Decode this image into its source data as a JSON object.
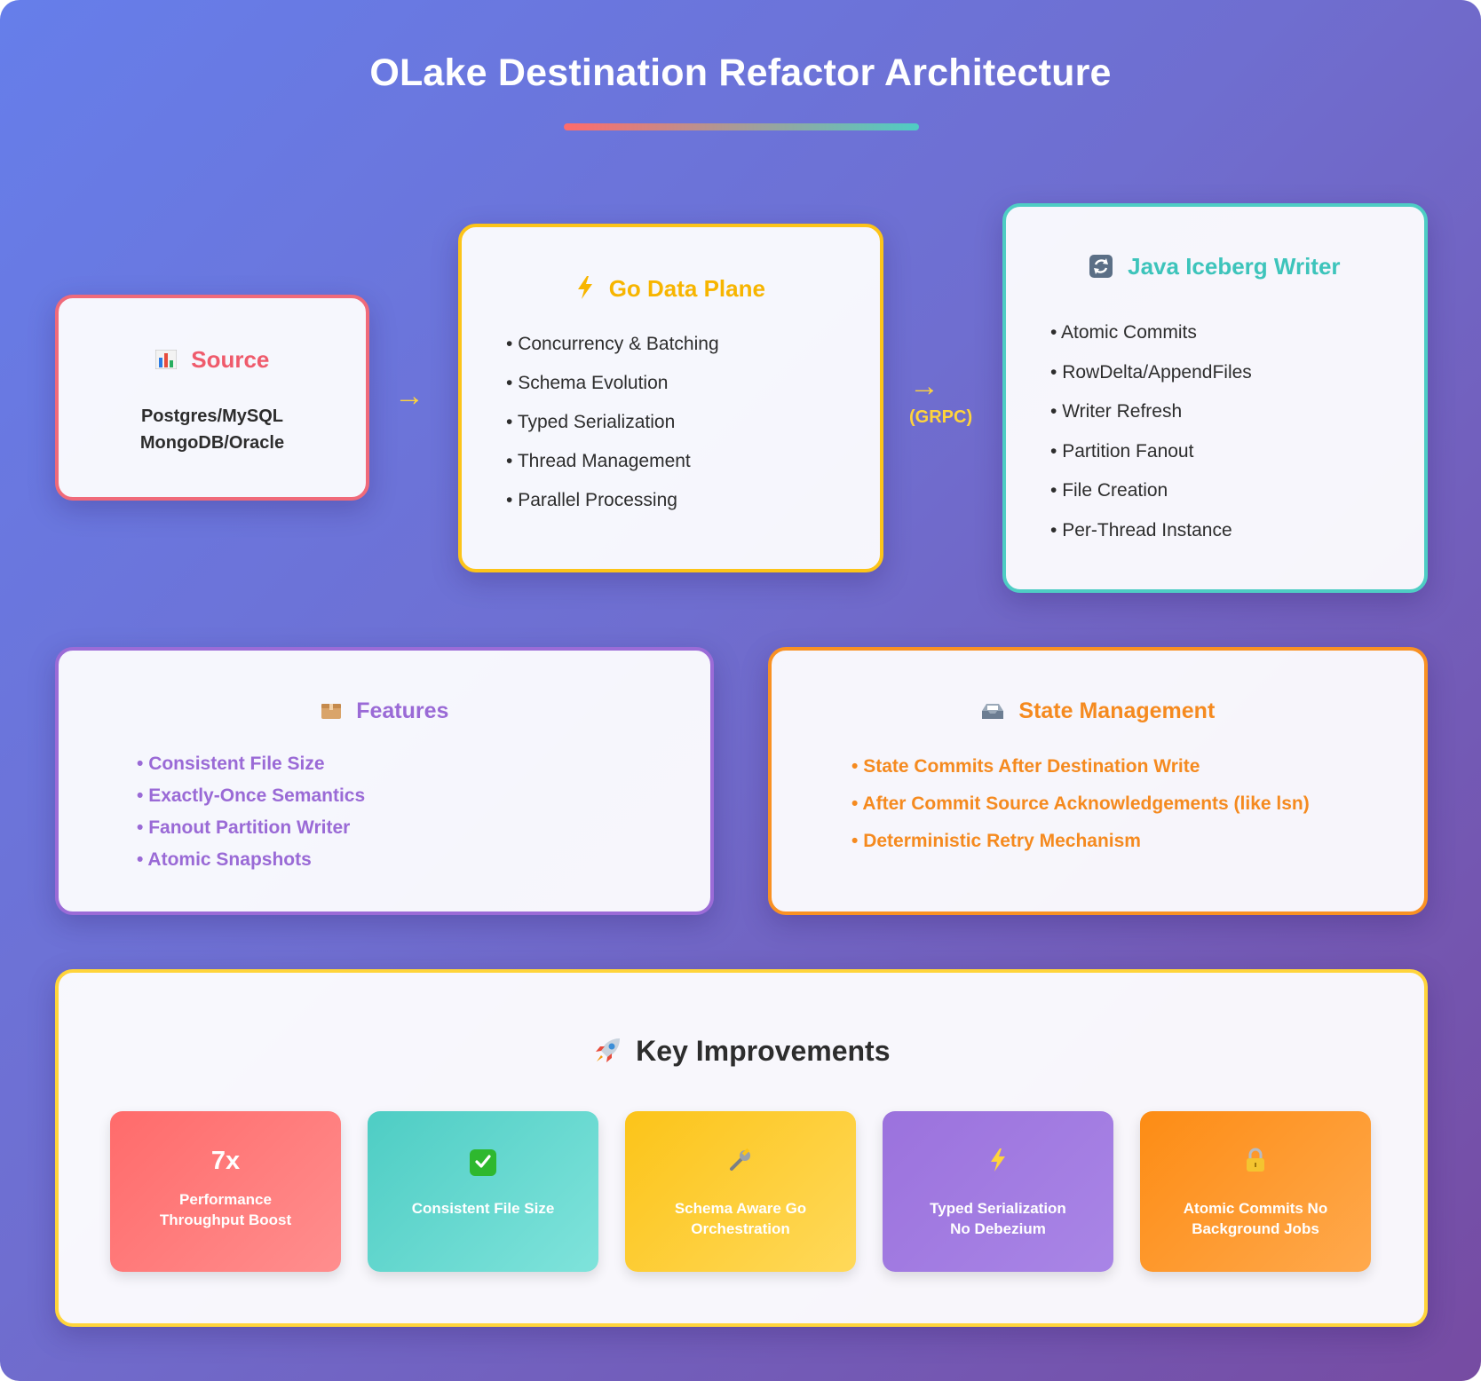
{
  "title": "OLake Destination Refactor Architecture",
  "source": {
    "icon": "bar-chart-icon",
    "title": "Source",
    "line1": "Postgres/MySQL",
    "line2": "MongoDB/Oracle"
  },
  "arrow1": "→",
  "arrow2": "→",
  "arrow2_label": "(GRPC)",
  "go": {
    "icon": "lightning-icon",
    "title": "Go Data Plane",
    "items": [
      "Concurrency & Batching",
      "Schema Evolution",
      "Typed Serialization",
      "Thread Management",
      "Parallel Processing"
    ]
  },
  "java": {
    "icon": "refresh-icon",
    "title": "Java Iceberg Writer",
    "items": [
      "Atomic Commits",
      "RowDelta/AppendFiles",
      "Writer Refresh",
      "Partition Fanout",
      "File Creation",
      "Per-Thread Instance"
    ]
  },
  "features": {
    "icon": "package-icon",
    "title": "Features",
    "items": [
      "Consistent File Size",
      "Exactly-Once Semantics",
      "Fanout Partition Writer",
      "Atomic Snapshots"
    ]
  },
  "state": {
    "icon": "inbox-icon",
    "title": "State Management",
    "items": [
      "State Commits After Destination Write",
      "After Commit Source Acknowledgements (like lsn)",
      "Deterministic Retry Mechanism"
    ]
  },
  "improvements": {
    "icon": "rocket-icon",
    "title": "Key Improvements",
    "tiles": [
      {
        "big": "7x",
        "label1": "Performance",
        "label2": "Throughput Boost",
        "icon": ""
      },
      {
        "big": "",
        "label1": "Consistent File Size",
        "label2": "",
        "icon": "check-mark-icon"
      },
      {
        "big": "",
        "label1": "Schema Aware Go",
        "label2": "Orchestration",
        "icon": "wrench-icon"
      },
      {
        "big": "",
        "label1": "Typed Serialization",
        "label2": "No Debezium",
        "icon": "lightning-icon"
      },
      {
        "big": "",
        "label1": "Atomic Commits No",
        "label2": "Background Jobs",
        "icon": "lock-icon"
      }
    ]
  },
  "colors": {
    "source": "#ef5b6c",
    "go": "#f7b500",
    "java": "#3dc4bb",
    "features": "#9a6ad6",
    "state": "#f58a1f",
    "improvements_border": "#ffd43b"
  }
}
